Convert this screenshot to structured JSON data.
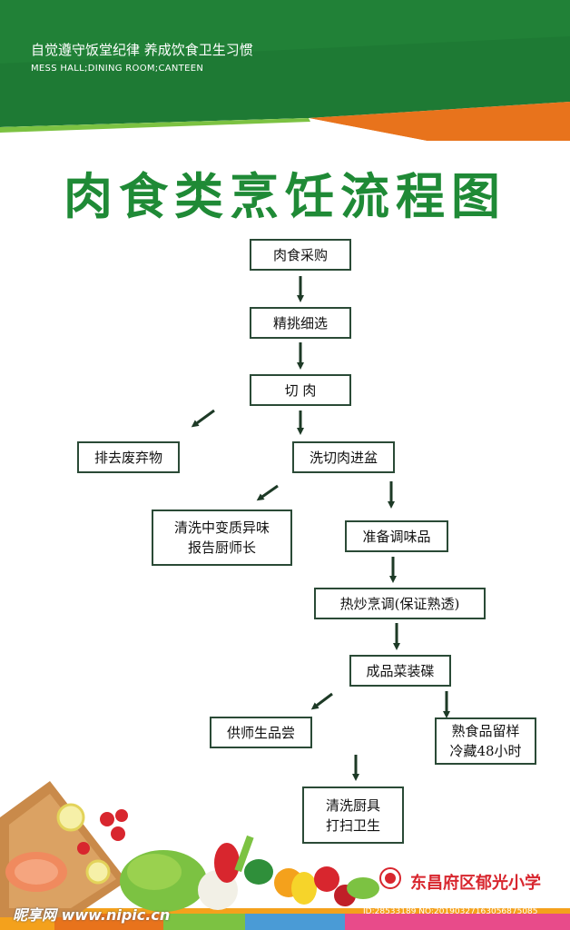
{
  "header": {
    "slogan": "自觉遵守饭堂纪律  养成饮食卫生习惯",
    "subtitle": "MESS HALL;DINING ROOM;CANTEEN"
  },
  "title": "肉食类烹饪流程图",
  "steps": {
    "purchase": "肉食采购",
    "select": "精挑细选",
    "cut": "切   肉",
    "discard": "排去废弃物",
    "wash_cut": "洗切肉进盆",
    "report": "清洗中变质异味\n报告厨师长",
    "seasoning": "准备调味品",
    "stir_fry": "热炒烹调(保证熟透)",
    "dish": "成品菜装碟",
    "taste": "供师生品尝",
    "sample": "熟食品留样\n冷藏48小时",
    "clean": "清洗厨具\n打扫卫生"
  },
  "footer": {
    "school": "东昌府区郁光小学",
    "watermark": "昵享网 www.nipic.cn",
    "image_id": "ID:28533189 NO:20190327163056875085"
  },
  "colors": {
    "green": "#1f8a36",
    "orange": "#e8731c",
    "red": "#d8262e"
  }
}
